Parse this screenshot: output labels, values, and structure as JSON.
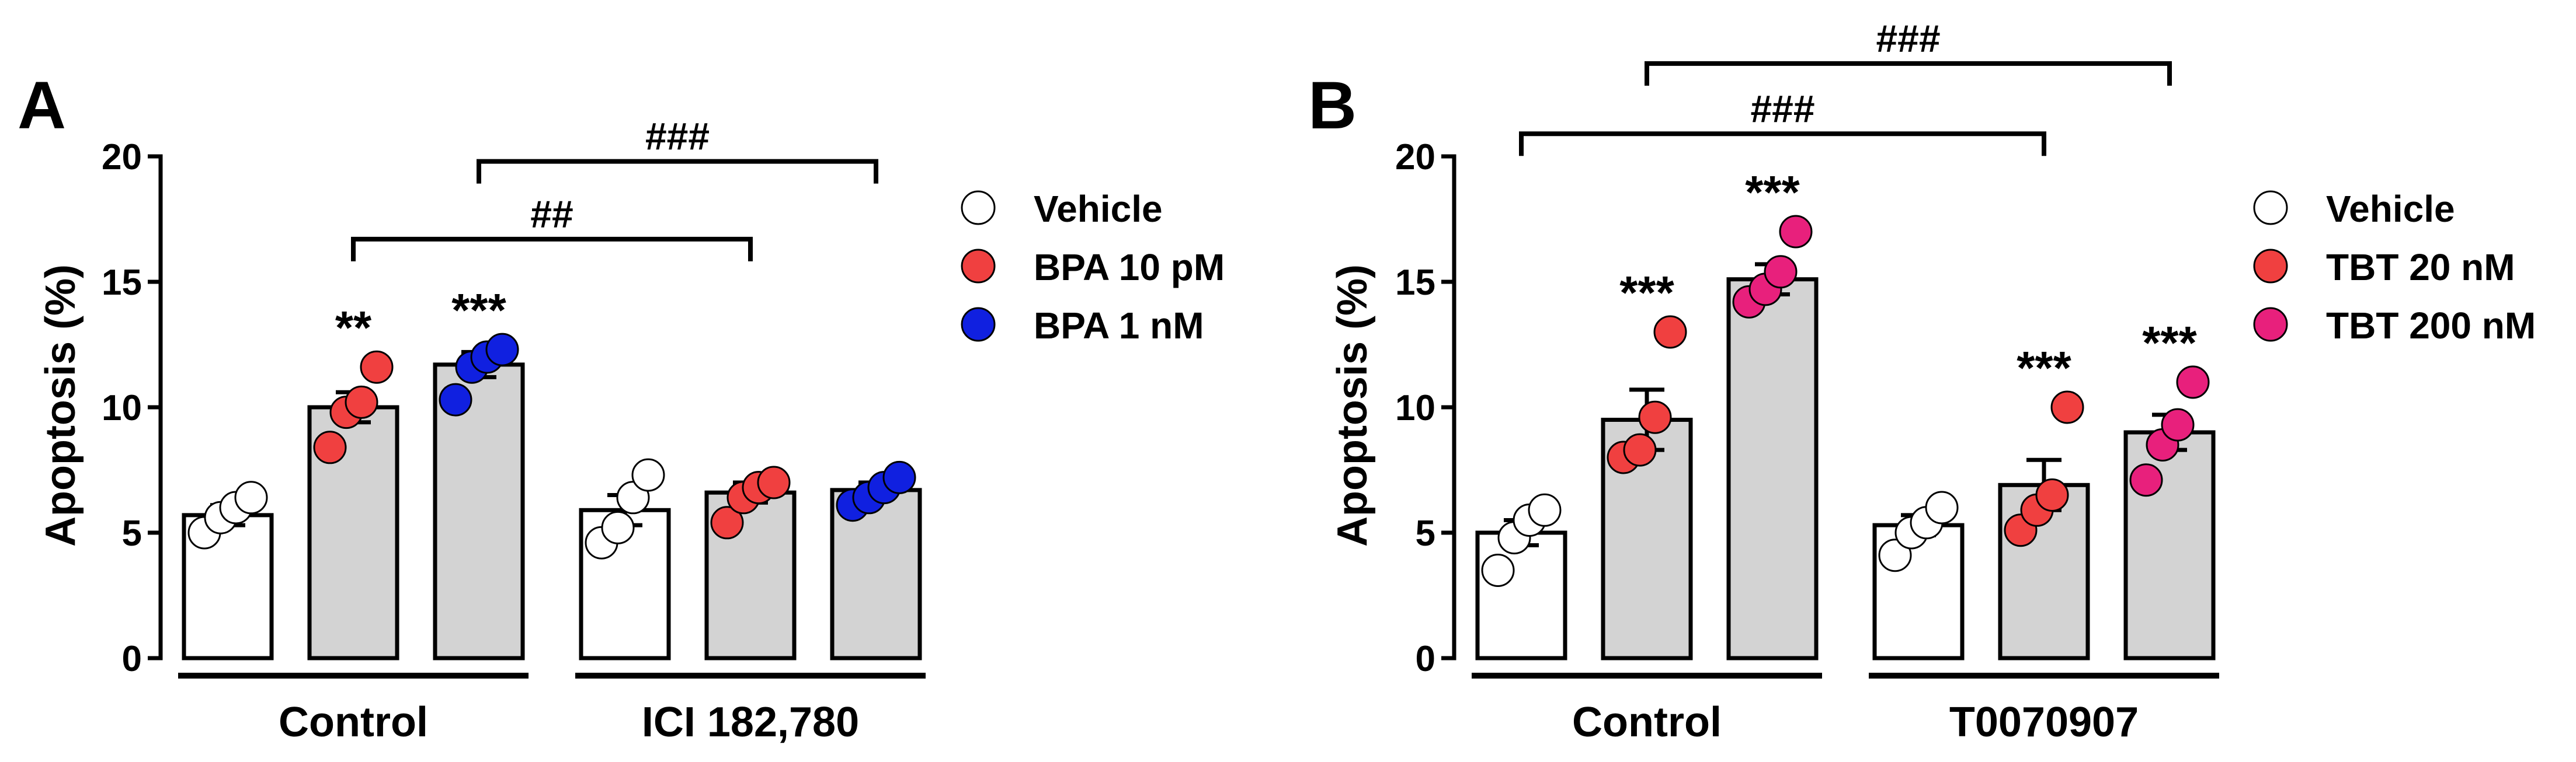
{
  "chart_data": [
    {
      "type": "bar",
      "panel_label": "A",
      "ylabel": "Apoptosis (%)",
      "ylim": [
        0,
        20
      ],
      "yticks": [
        0,
        5,
        10,
        15,
        20
      ],
      "groups": [
        {
          "label": "Control",
          "bar_indices": [
            0,
            1,
            2
          ]
        },
        {
          "label": "ICI 182,780",
          "bar_indices": [
            3,
            4,
            5
          ]
        }
      ],
      "legend": [
        {
          "label": "Vehicle",
          "color": "#ffffff"
        },
        {
          "label": "BPA 10 pM",
          "color": "#f04040"
        },
        {
          "label": "BPA 1 nM",
          "color": "#1020e0"
        }
      ],
      "bars": [
        {
          "group": "Control",
          "treatment": "Vehicle",
          "value": 5.7,
          "sem": 0.4,
          "fill": "#ffffff",
          "dot_color": "#ffffff",
          "points": [
            5.0,
            5.6,
            6.0,
            6.4
          ],
          "annotation": ""
        },
        {
          "group": "Control",
          "treatment": "BPA 10 pM",
          "value": 10.0,
          "sem": 0.6,
          "fill": "#d3d3d3",
          "dot_color": "#f04040",
          "points": [
            8.4,
            9.8,
            10.2,
            11.6
          ],
          "annotation": "**"
        },
        {
          "group": "Control",
          "treatment": "BPA 1 nM",
          "value": 11.7,
          "sem": 0.5,
          "fill": "#d3d3d3",
          "dot_color": "#1020e0",
          "points": [
            10.3,
            11.6,
            12.0,
            12.3
          ],
          "annotation": "***"
        },
        {
          "group": "ICI 182,780",
          "treatment": "Vehicle",
          "value": 5.9,
          "sem": 0.6,
          "fill": "#ffffff",
          "dot_color": "#ffffff",
          "points": [
            4.6,
            5.2,
            6.4,
            7.3
          ],
          "annotation": ""
        },
        {
          "group": "ICI 182,780",
          "treatment": "BPA 10 pM",
          "value": 6.6,
          "sem": 0.4,
          "fill": "#d3d3d3",
          "dot_color": "#f04040",
          "points": [
            5.4,
            6.4,
            6.8,
            7.0
          ],
          "annotation": ""
        },
        {
          "group": "ICI 182,780",
          "treatment": "BPA 1 nM",
          "value": 6.7,
          "sem": 0.3,
          "fill": "#d3d3d3",
          "dot_color": "#1020e0",
          "points": [
            6.1,
            6.4,
            6.8,
            7.2
          ],
          "annotation": ""
        }
      ],
      "brackets": [
        {
          "from_bar": 1,
          "to_bar": 4,
          "y": 16.7,
          "label": "##"
        },
        {
          "from_bar": 2,
          "to_bar": 5,
          "y": 19.8,
          "label": "###"
        }
      ]
    },
    {
      "type": "bar",
      "panel_label": "B",
      "ylabel": "Apoptosis (%)",
      "ylim": [
        0,
        20
      ],
      "yticks": [
        0,
        5,
        10,
        15,
        20
      ],
      "groups": [
        {
          "label": "Control",
          "bar_indices": [
            0,
            1,
            2
          ]
        },
        {
          "label": "T0070907",
          "bar_indices": [
            3,
            4,
            5
          ]
        }
      ],
      "legend": [
        {
          "label": "Vehicle",
          "color": "#ffffff"
        },
        {
          "label": "TBT 20 nM",
          "color": "#f04040"
        },
        {
          "label": "TBT 200 nM",
          "color": "#e8207c"
        }
      ],
      "bars": [
        {
          "group": "Control",
          "treatment": "Vehicle",
          "value": 5.0,
          "sem": 0.5,
          "fill": "#ffffff",
          "dot_color": "#ffffff",
          "points": [
            3.5,
            4.8,
            5.5,
            5.9
          ],
          "annotation": ""
        },
        {
          "group": "Control",
          "treatment": "TBT 20 nM",
          "value": 9.5,
          "sem": 1.2,
          "fill": "#d3d3d3",
          "dot_color": "#f04040",
          "points": [
            8.0,
            8.3,
            9.6,
            13.0
          ],
          "annotation": "***"
        },
        {
          "group": "Control",
          "treatment": "TBT 200 nM",
          "value": 15.1,
          "sem": 0.6,
          "fill": "#d3d3d3",
          "dot_color": "#e8207c",
          "points": [
            14.2,
            14.7,
            15.4,
            17.0
          ],
          "annotation": "***"
        },
        {
          "group": "T0070907",
          "treatment": "Vehicle",
          "value": 5.3,
          "sem": 0.4,
          "fill": "#ffffff",
          "dot_color": "#ffffff",
          "points": [
            4.1,
            5.0,
            5.4,
            6.0
          ],
          "annotation": ""
        },
        {
          "group": "T0070907",
          "treatment": "TBT 20 nM",
          "value": 6.9,
          "sem": 1.0,
          "fill": "#d3d3d3",
          "dot_color": "#f04040",
          "points": [
            5.1,
            5.9,
            6.5,
            10.0
          ],
          "annotation": "***"
        },
        {
          "group": "T0070907",
          "treatment": "TBT 200 nM",
          "value": 9.0,
          "sem": 0.7,
          "fill": "#d3d3d3",
          "dot_color": "#e8207c",
          "points": [
            7.1,
            8.5,
            9.3,
            11.0
          ],
          "annotation": "***"
        }
      ],
      "brackets": [
        {
          "from_bar": 0,
          "to_bar": 4,
          "y": 20.9,
          "label": "###"
        },
        {
          "from_bar": 1,
          "to_bar": 5,
          "y": 23.7,
          "label": "###"
        }
      ]
    }
  ]
}
